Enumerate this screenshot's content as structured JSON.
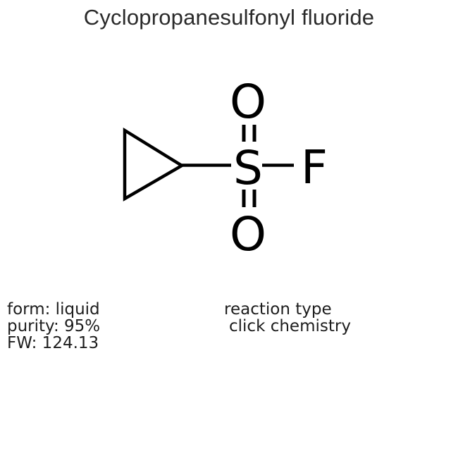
{
  "title": "Cyclopropanesulfonyl fluoride",
  "molecule": {
    "atoms": {
      "oxygen_top": "O",
      "sulfur": "S",
      "fluorine": "F",
      "oxygen_bottom": "O"
    },
    "stroke_color": "#000000"
  },
  "properties": {
    "form": "form: liquid",
    "purity": "purity: 95%",
    "fw": "FW: 124.13"
  },
  "reaction": {
    "heading": "reaction type",
    "value": "click chemistry"
  },
  "colors": {
    "background": "#ffffff",
    "title_text": "#2a2a2a",
    "annotation_text": "#1d1d1d"
  }
}
